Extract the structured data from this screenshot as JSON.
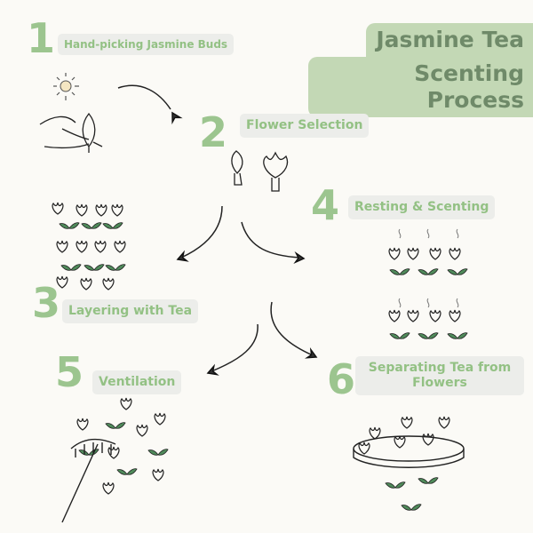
{
  "title": {
    "line1": "Jasmine Tea",
    "line2": "Scenting Process"
  },
  "steps": [
    {
      "number": "1",
      "label": "Hand-picking Jasmine Buds"
    },
    {
      "number": "2",
      "label": "Flower Selection"
    },
    {
      "number": "3",
      "label": "Layering with Tea"
    },
    {
      "number": "4",
      "label": "Resting & Scenting"
    },
    {
      "number": "5",
      "label": "Ventilation"
    },
    {
      "number": "6",
      "label_line1": "Separating Tea from",
      "label_line2": "Flowers"
    }
  ],
  "colors": {
    "background": "#fbfaf6",
    "number": "#9cc58f",
    "label_bg": "#ecedea",
    "label_text": "#93c184",
    "title_bg": "#c3d8b5",
    "title_text": "#6f8a69",
    "leaf": "#4f8a5a",
    "ink": "#222222"
  }
}
